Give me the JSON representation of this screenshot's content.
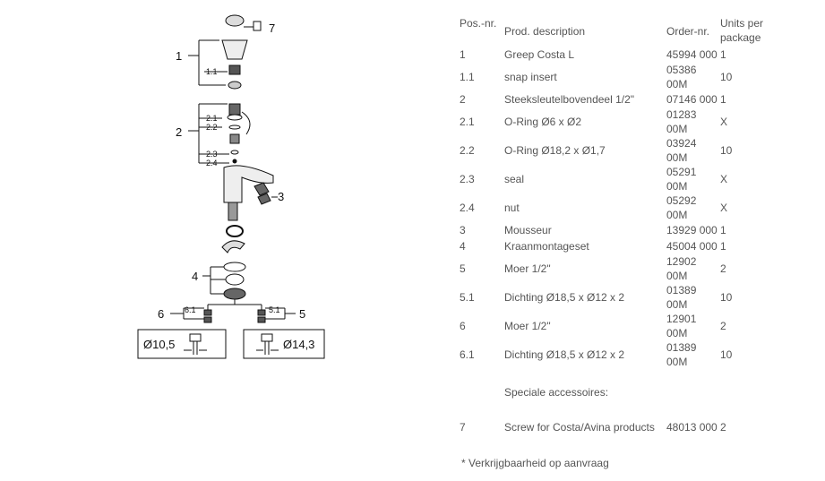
{
  "diagram": {
    "labels": {
      "p7": "7",
      "p1": "1",
      "p1_1": "1.1",
      "p2": "2",
      "p2_1": "2.1",
      "p2_2": "2.2",
      "p2_3": "2.3",
      "p2_4": "2.4",
      "p3": "3",
      "p4": "4",
      "p6": "6",
      "p6_1": "6.1",
      "p5_1": "5.1",
      "p5": "5",
      "dia_left": "Ø10,5",
      "dia_right": "Ø14,3"
    }
  },
  "table": {
    "headers": {
      "pos": "Pos.-nr.",
      "desc": "Prod. description",
      "order": "Order-nr.",
      "units": "Units per package"
    },
    "rows": [
      {
        "pos": "1",
        "desc": "Greep Costa L",
        "order": "45994 000",
        "units": "1"
      },
      {
        "pos": "1.1",
        "desc": "snap insert",
        "order": "05386 00M",
        "units": "10"
      },
      {
        "pos": "2",
        "desc": "Steeksleutelbovendeel 1/2\"",
        "order": "07146 000",
        "units": "1"
      },
      {
        "pos": "2.1",
        "desc": "O-Ring Ø6 x Ø2",
        "order": "01283 00M",
        "units": "X"
      },
      {
        "pos": "2.2",
        "desc": "O-Ring Ø18,2 x Ø1,7",
        "order": "03924 00M",
        "units": "10"
      },
      {
        "pos": "2.3",
        "desc": "seal",
        "order": "05291 00M",
        "units": "X"
      },
      {
        "pos": "2.4",
        "desc": "nut",
        "order": "05292 00M",
        "units": "X"
      },
      {
        "pos": "3",
        "desc": "Mousseur",
        "order": "13929 000",
        "units": "1"
      },
      {
        "pos": "4",
        "desc": "Kraanmontageset",
        "order": "45004 000",
        "units": "1"
      },
      {
        "pos": "5",
        "desc": "Moer 1/2\"",
        "order": "12902 00M",
        "units": "2"
      },
      {
        "pos": "5.1",
        "desc": "Dichting Ø18,5 x Ø12 x 2",
        "order": "01389 00M",
        "units": "10"
      },
      {
        "pos": "6",
        "desc": "Moer 1/2\"",
        "order": "12901 00M",
        "units": "2"
      },
      {
        "pos": "6.1",
        "desc": "Dichting Ø18,5 x Ø12 x 2",
        "order": "01389 00M",
        "units": "10"
      }
    ],
    "section": "Speciale accessoires:",
    "extra": {
      "pos": "7",
      "desc": "Screw for Costa/Avina products",
      "order": "48013 000",
      "units": "2"
    }
  },
  "footnote": "* Verkrijgbaarheid op aanvraag"
}
